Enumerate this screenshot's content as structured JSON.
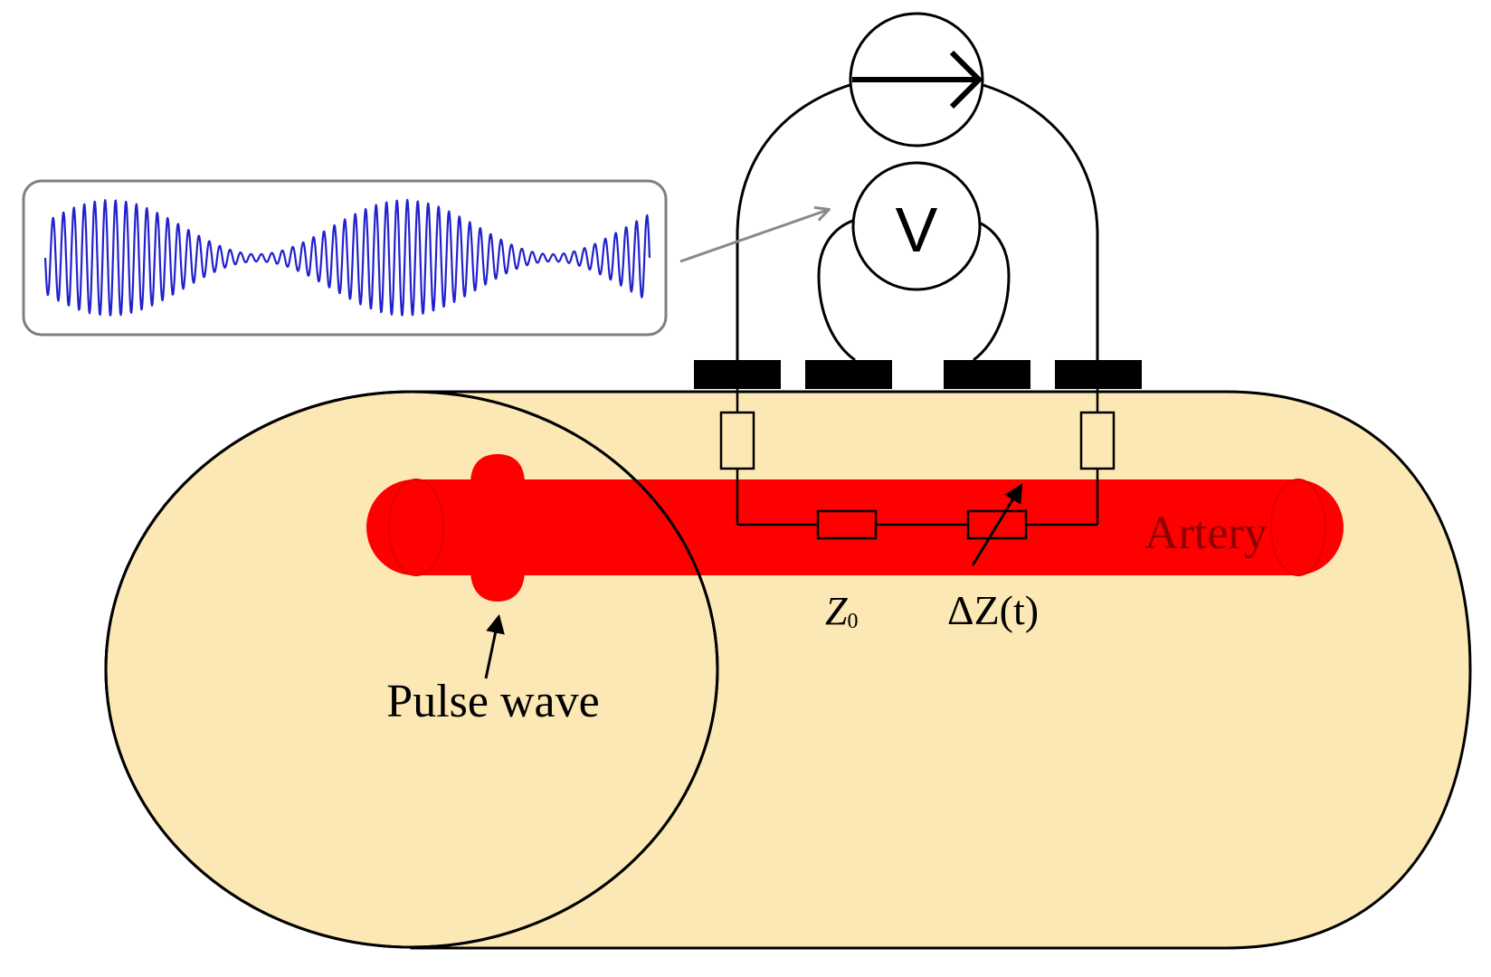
{
  "colors": {
    "tissue": "#FCE8B4",
    "artery": "#FF0000",
    "artery_text": "#8B0000",
    "outline": "#000000",
    "signal": "#2222CC",
    "signal_box_border": "#7F7F7F",
    "pointer_arrow": "#8A8A8A"
  },
  "icons": {
    "current_source": "circle-with-arrow-icon",
    "voltmeter": "circle-with-V-icon"
  },
  "labels": {
    "voltmeter": "V",
    "artery": "Artery",
    "z0_main": "Z",
    "z0_sub": "0",
    "delta_z": "ΔZ(t)",
    "pulse_wave": "Pulse wave"
  }
}
